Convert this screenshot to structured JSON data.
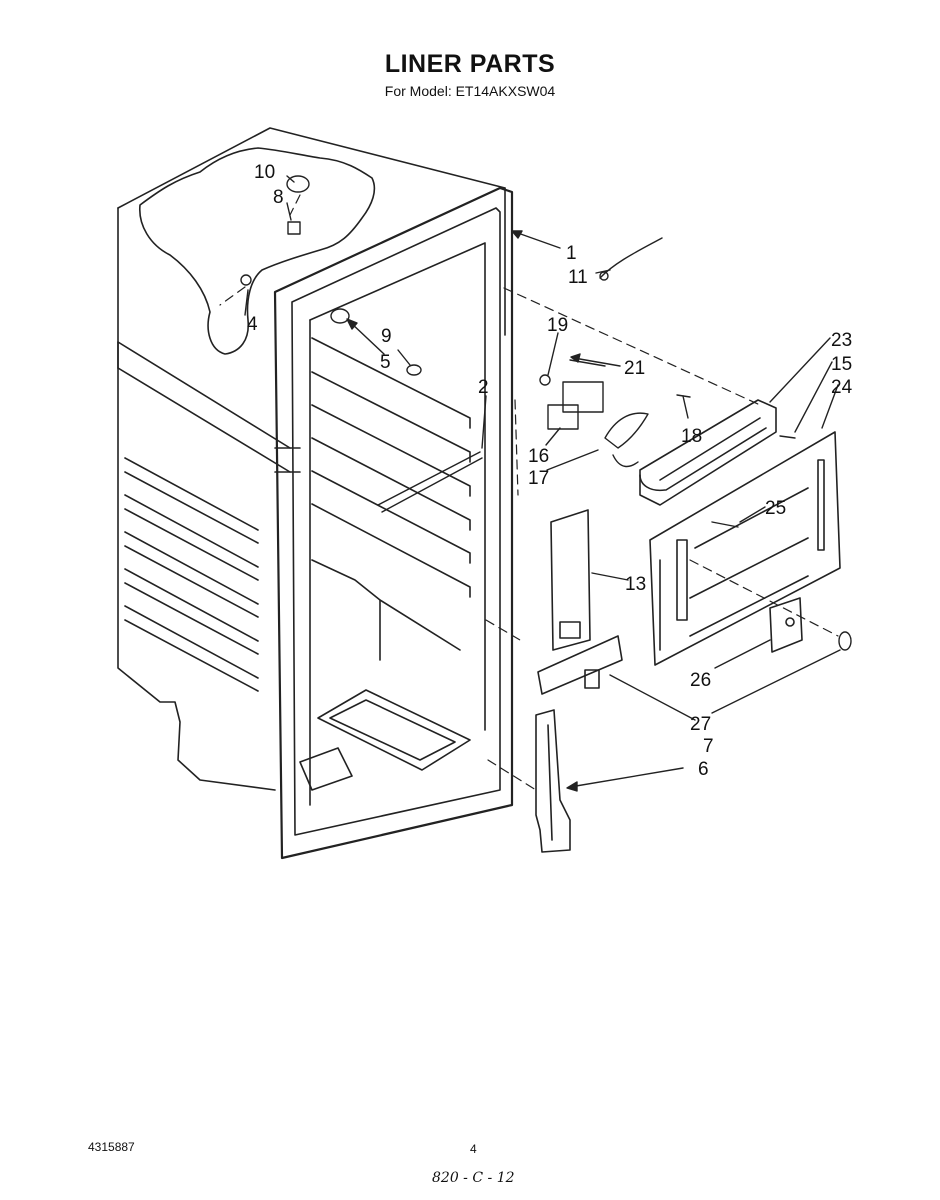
{
  "header": {
    "title": "LINER PARTS",
    "subtitle": "For Model: ET14AKXSW04"
  },
  "callouts": [
    "1",
    "2",
    "4",
    "5",
    "6",
    "7",
    "8",
    "9",
    "10",
    "11",
    "13",
    "15",
    "16",
    "17",
    "18",
    "19",
    "21",
    "23",
    "24",
    "25",
    "26",
    "27"
  ],
  "footer": {
    "doc_number": "4315887",
    "page": "4",
    "handwritten_code": "820 - C - 12"
  }
}
